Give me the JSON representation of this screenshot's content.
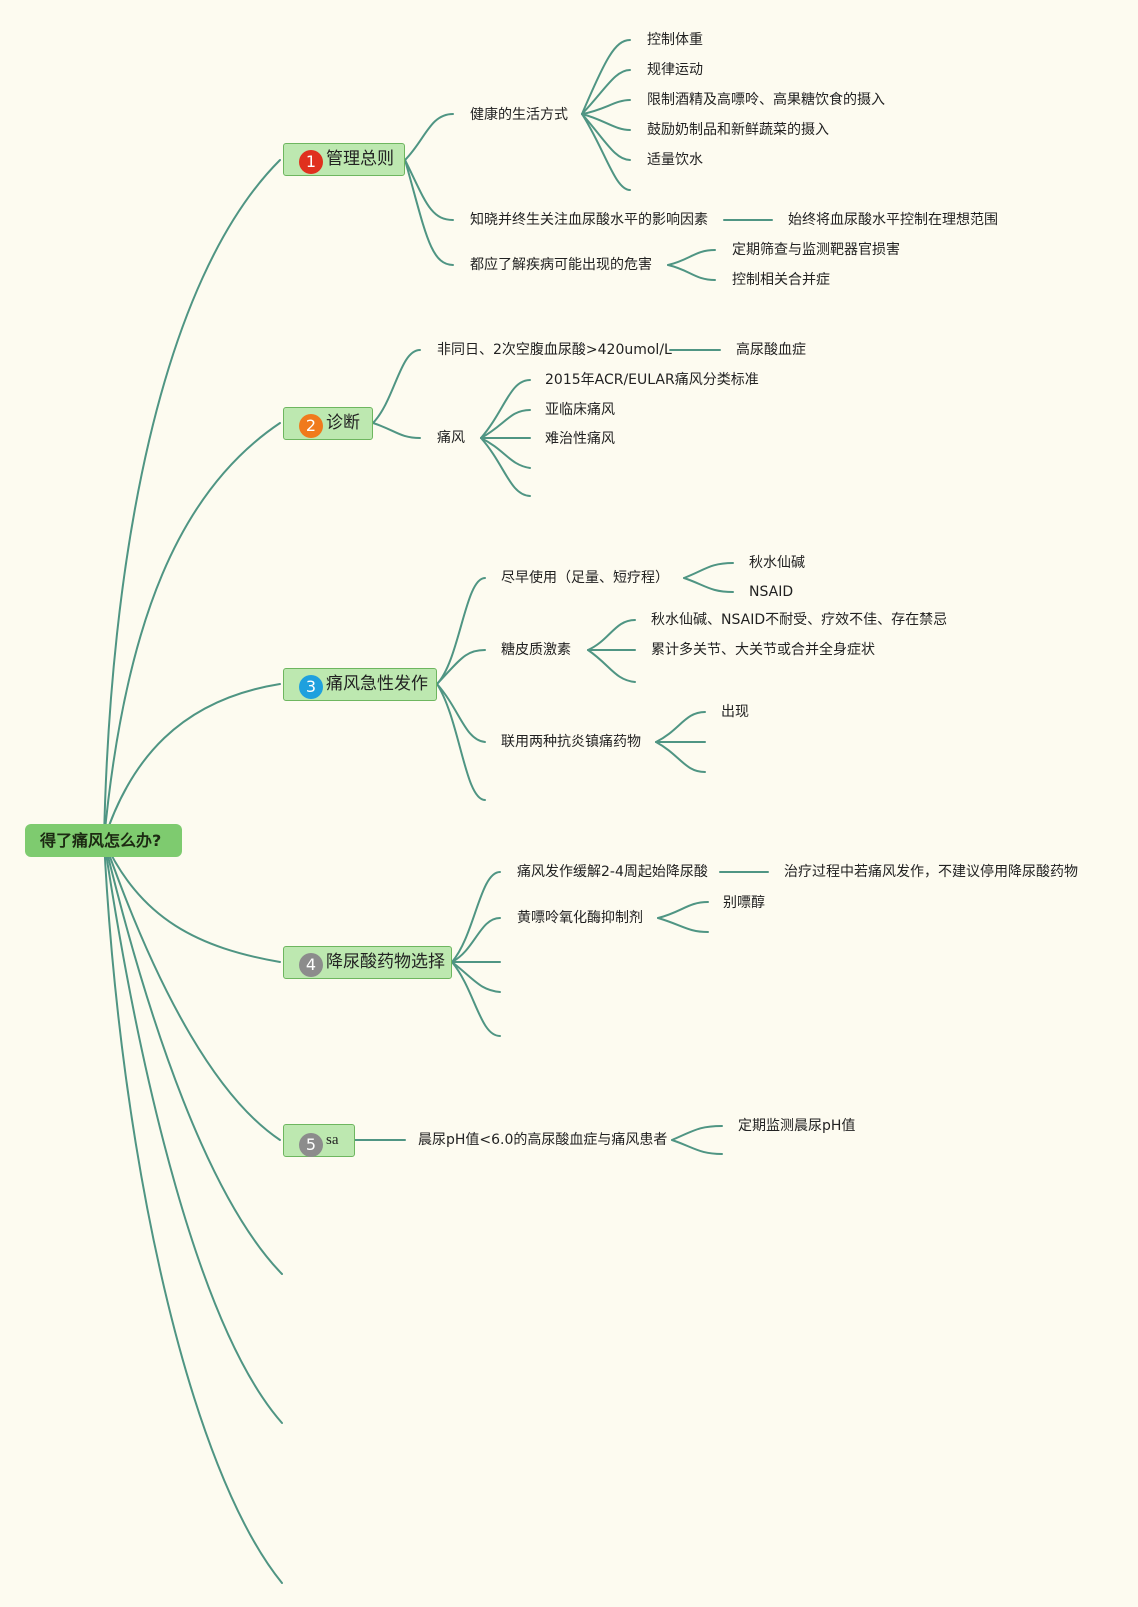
{
  "root": {
    "label": "得了痛风怎么办?"
  },
  "colors": {
    "background": "#fdfbf0",
    "connector": "#4f9583",
    "root_fill": "#7ecb6f",
    "topic_fill": "#bde8b0"
  },
  "topics": [
    {
      "number": "1",
      "label": "管理总则",
      "branches": [
        {
          "label": "健康的生活方式",
          "children": [
            "控制体重",
            "规律运动",
            "限制酒精及高嘌呤、高果糖饮食的摄入",
            "鼓励奶制品和新鲜蔬菜的摄入",
            "适量饮水"
          ]
        },
        {
          "label": "知晓并终生关注血尿酸水平的影响因素",
          "children": [
            "始终将血尿酸水平控制在理想范围"
          ]
        },
        {
          "label": "都应了解疾病可能出现的危害",
          "children": [
            "定期筛查与监测靶器官损害",
            "控制相关合并症"
          ]
        }
      ]
    },
    {
      "number": "2",
      "label": "诊断",
      "branches": [
        {
          "label": "非同日、2次空腹血尿酸>420umol/L",
          "children": [
            "高尿酸血症"
          ]
        },
        {
          "label": "痛风",
          "children": [
            "2015年ACR/EULAR痛风分类标准",
            "亚临床痛风",
            "难治性痛风"
          ]
        }
      ]
    },
    {
      "number": "3",
      "label": "痛风急性发作",
      "branches": [
        {
          "label": "尽早使用（足量、短疗程）",
          "children": [
            "秋水仙碱",
            "NSAID"
          ]
        },
        {
          "label": "糖皮质激素",
          "children": [
            "秋水仙碱、NSAID不耐受、疗效不佳、存在禁忌",
            "累计多关节、大关节或合并全身症状"
          ]
        },
        {
          "label": "联用两种抗炎镇痛药物",
          "children": [
            "出现"
          ]
        }
      ]
    },
    {
      "number": "4",
      "label": "降尿酸药物选择",
      "branches": [
        {
          "label": "痛风发作缓解2-4周起始降尿酸",
          "children": [
            "治疗过程中若痛风发作，不建议停用降尿酸药物"
          ]
        },
        {
          "label": "黄嘌呤氧化酶抑制剂",
          "children": [
            "别嘌醇"
          ]
        }
      ]
    },
    {
      "number": "5",
      "label": "sa",
      "branches": [
        {
          "label": "晨尿pH值<6.0的高尿酸血症与痛风患者",
          "children": [
            "定期监测晨尿pH值"
          ]
        }
      ]
    }
  ]
}
